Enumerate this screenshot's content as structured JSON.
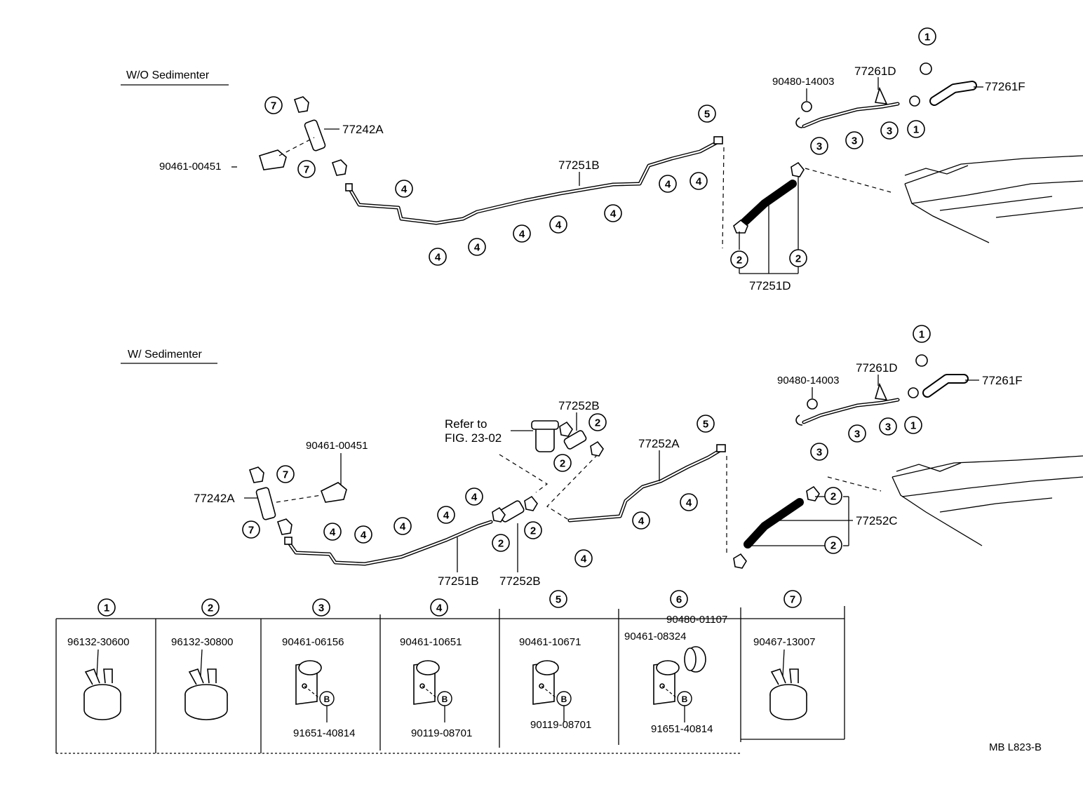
{
  "sections": {
    "without": {
      "heading": "W/O Sedimenter"
    },
    "with": {
      "heading": "W/ Sedimenter"
    }
  },
  "refs": [
    "1",
    "2",
    "3",
    "4",
    "5",
    "6",
    "7"
  ],
  "labels": {
    "p77242A": "77242A",
    "p90461_00451": "90461-00451",
    "p77251B": "77251B",
    "p77251D": "77251D",
    "p77261D": "77261D",
    "p77261F": "77261F",
    "p90480_14003": "90480-14003",
    "p77252A": "77252A",
    "p77252B": "77252B",
    "p77252C": "77252C",
    "refer_line1": "Refer to",
    "refer_line2": "FIG. 23-02"
  },
  "legend": [
    {
      "ref": "1",
      "parts": [
        "96132-30600"
      ],
      "bolt": ""
    },
    {
      "ref": "2",
      "parts": [
        "96132-30800"
      ],
      "bolt": ""
    },
    {
      "ref": "3",
      "parts": [
        "90461-06156"
      ],
      "bolt": "91651-40814"
    },
    {
      "ref": "4",
      "parts": [
        "90461-10651"
      ],
      "bolt": "90119-08701"
    },
    {
      "ref": "5",
      "parts": [
        "90461-10671"
      ],
      "bolt": "90119-08701"
    },
    {
      "ref": "6",
      "parts": [
        "90461-08324",
        "90480-01107"
      ],
      "bolt": "91651-40814"
    },
    {
      "ref": "7",
      "parts": [
        "90467-13007"
      ],
      "bolt": ""
    }
  ],
  "bolt_marker": "B",
  "footer_code": "MB  L823-B"
}
